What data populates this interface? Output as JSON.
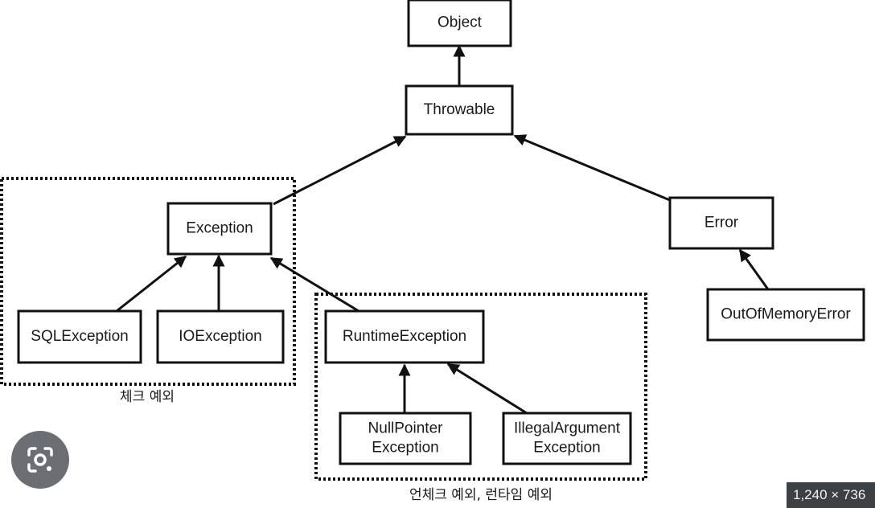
{
  "diagram": {
    "nodes": [
      {
        "id": "object",
        "label": "Object"
      },
      {
        "id": "throwable",
        "label": "Throwable"
      },
      {
        "id": "exception",
        "label": "Exception"
      },
      {
        "id": "error",
        "label": "Error"
      },
      {
        "id": "sqlexception",
        "label": "SQLException"
      },
      {
        "id": "ioexception",
        "label": "IOException"
      },
      {
        "id": "runtimeexception",
        "label": "RuntimeException"
      },
      {
        "id": "outofmemoryerror",
        "label": "OutOfMemoryError"
      },
      {
        "id": "nullpointer",
        "label": [
          "NullPointer",
          "Exception"
        ]
      },
      {
        "id": "illegalargument",
        "label": [
          "IllegalArgument",
          "Exception"
        ]
      }
    ],
    "edges": [
      {
        "from": "throwable",
        "to": "object"
      },
      {
        "from": "exception",
        "to": "throwable"
      },
      {
        "from": "error",
        "to": "throwable"
      },
      {
        "from": "sqlexception",
        "to": "exception"
      },
      {
        "from": "ioexception",
        "to": "exception"
      },
      {
        "from": "runtimeexception",
        "to": "exception"
      },
      {
        "from": "outofmemoryerror",
        "to": "error"
      },
      {
        "from": "nullpointer",
        "to": "runtimeexception"
      },
      {
        "from": "illegalargument",
        "to": "runtimeexception"
      }
    ],
    "groups": [
      {
        "id": "checked",
        "label": "체크 예외"
      },
      {
        "id": "unchecked",
        "label": "언체크 예외, 런타임 예외"
      }
    ]
  },
  "overlay": {
    "lens_icon": "camera-search-icon",
    "size_badge": "1,240 × 736"
  }
}
